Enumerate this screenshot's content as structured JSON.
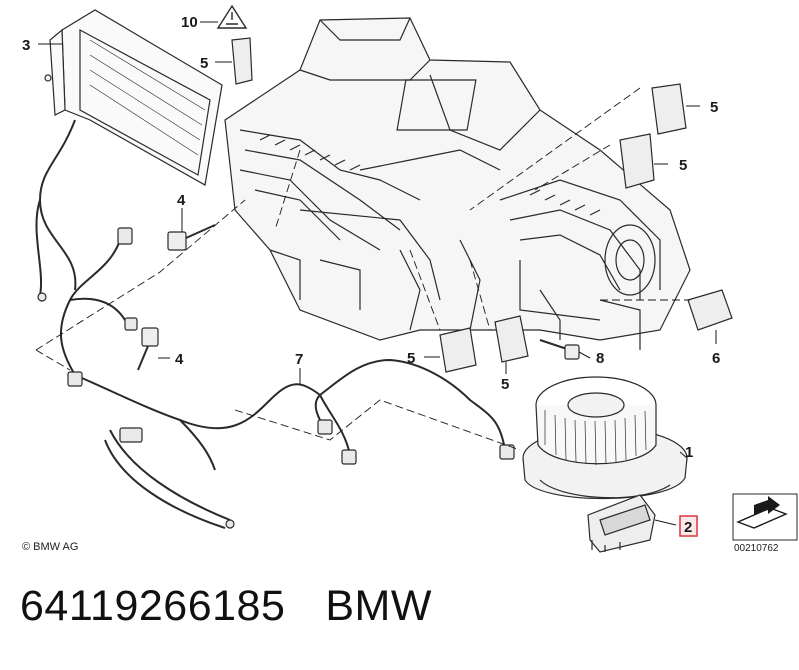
{
  "diagram": {
    "callouts": {
      "c1": "1",
      "c2": "2",
      "c3": "3",
      "c4a": "4",
      "c4b": "4",
      "c5a": "5",
      "c5b": "5",
      "c5c": "5",
      "c5d": "5",
      "c5e": "5",
      "c6": "6",
      "c7": "7",
      "c8": "8",
      "c10": "10"
    },
    "highlight_color": "#d9363e",
    "line_color": "#1a1a1a"
  },
  "footer": {
    "copyright": "© BMW AG",
    "diagram_id": "00210762"
  },
  "caption": {
    "part_number": "64119266185",
    "brand": "BMW"
  }
}
